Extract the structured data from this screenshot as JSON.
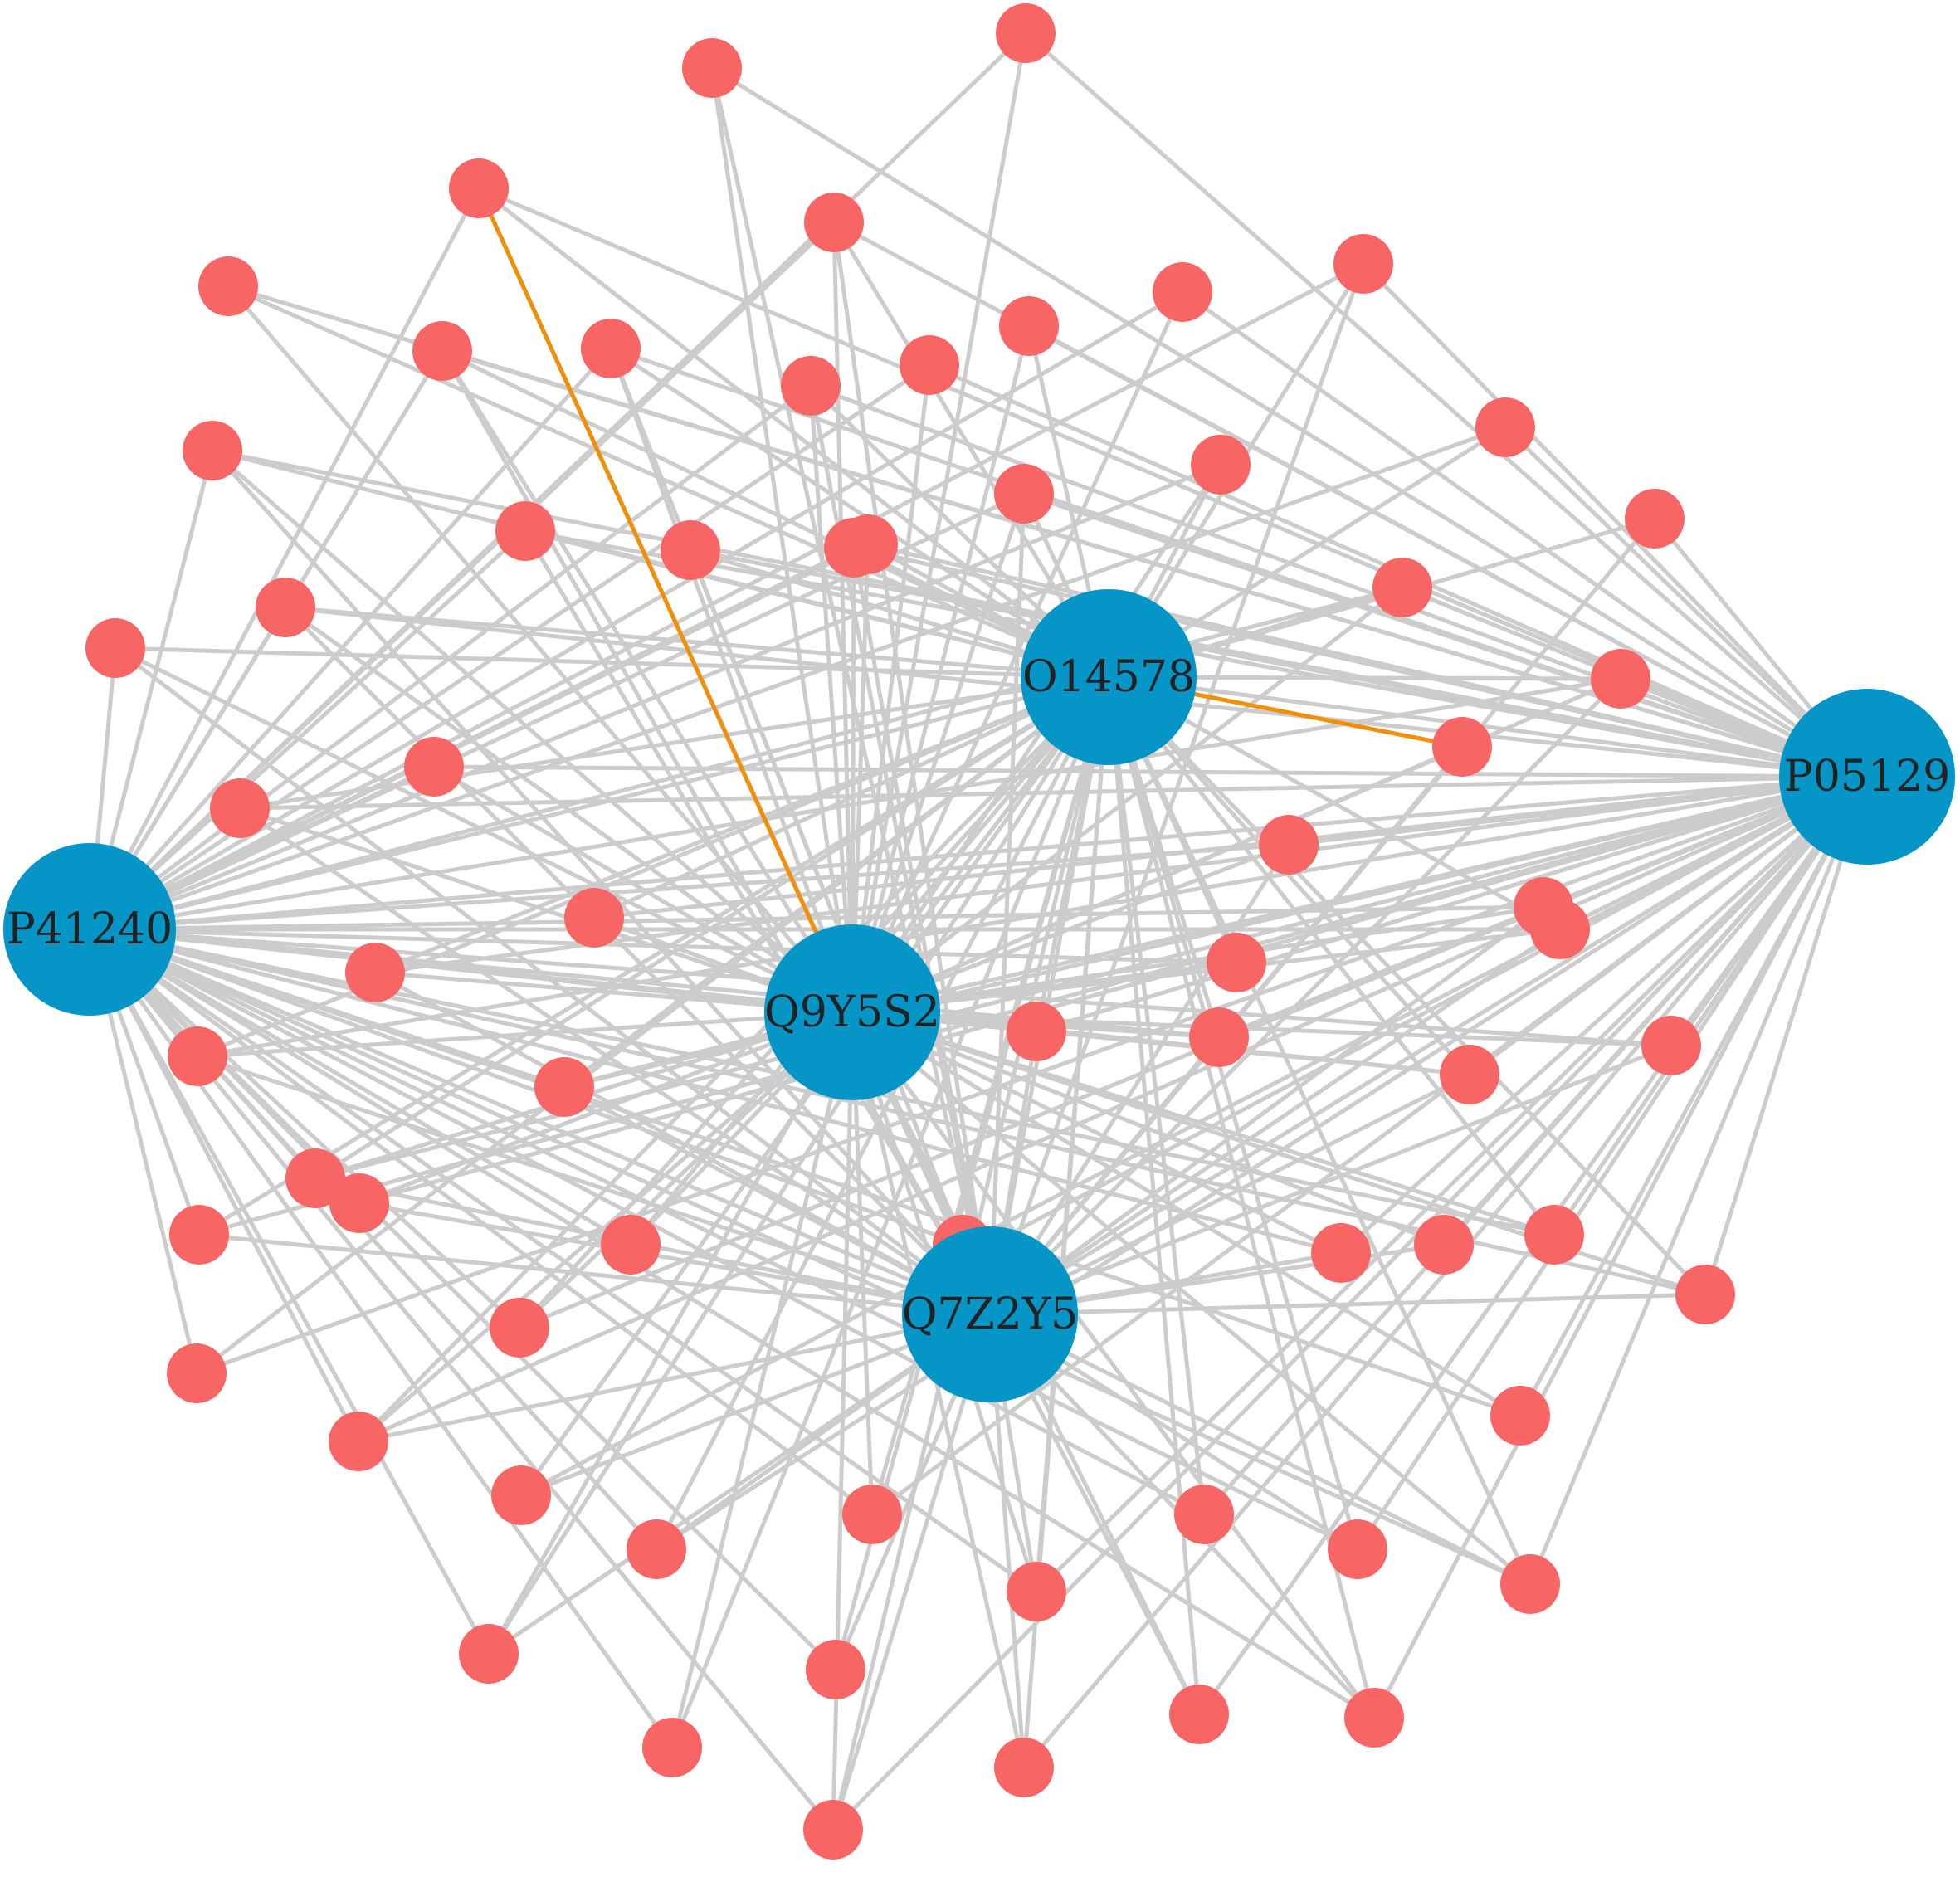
{
  "network": {
    "colors": {
      "hub": "#0596c7",
      "leaf": "#f76565",
      "edge": "#cccccc",
      "highlight_edge": "#f0900a"
    },
    "hubs": [
      {
        "id": "P41240",
        "label": "P41240"
      },
      {
        "id": "Q9Y5S2",
        "label": "Q9Y5S2"
      },
      {
        "id": "O14578",
        "label": "O14578"
      },
      {
        "id": "P05129",
        "label": "P05129"
      },
      {
        "id": "Q7Z2Y5",
        "label": "Q7Z2Y5"
      }
    ],
    "leaf_count": 67,
    "highlighted_edges": [
      {
        "from": "leaf-2",
        "to": "Q9Y5S2"
      },
      {
        "from": "O14578",
        "to": "leaf-24"
      }
    ]
  }
}
